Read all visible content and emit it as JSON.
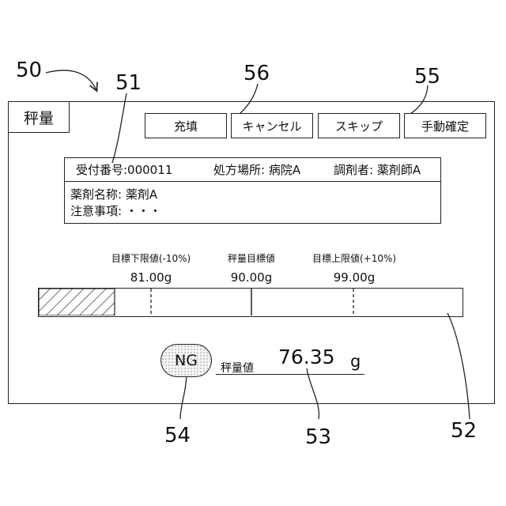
{
  "reference_numerals": {
    "screen": "50",
    "info_panel": "51",
    "bar": "52",
    "weigh_value": "53",
    "status": "54",
    "confirm": "55",
    "cancel": "56"
  },
  "tab": {
    "label": "秤量"
  },
  "buttons": {
    "fill": "充填",
    "cancel": "キャンセル",
    "skip": "スキップ",
    "manual_confirm": "手動確定"
  },
  "info": {
    "receipt": "受付番号:000011",
    "location": "処方場所: 病院A",
    "dispenser": "調剤者: 薬剤師A",
    "drug_name": "薬剤名称: 薬剤A",
    "caution": "注意事項: ・・・"
  },
  "targets": {
    "lower_label": "目標下限値(-10%)",
    "lower_value": "81.00g",
    "target_label": "秤量目標値",
    "target_value": "90.00g",
    "upper_label": "目標上限値(+10%)",
    "upper_value": "99.00g"
  },
  "weighing": {
    "status": "NG",
    "label": "秤量値",
    "value": "76.35",
    "unit": "g",
    "fill_fraction": 0.18
  }
}
